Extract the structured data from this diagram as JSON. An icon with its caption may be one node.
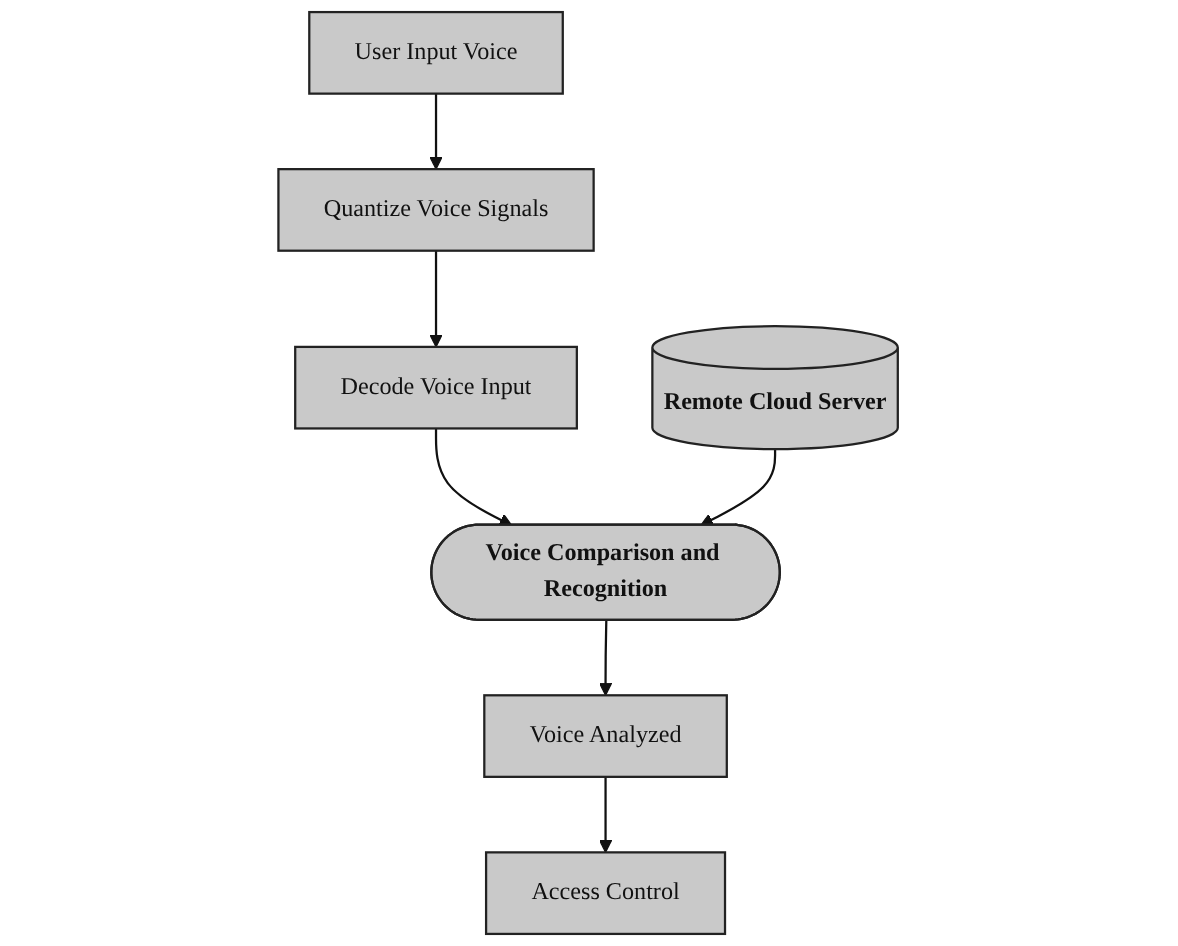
{
  "diagram": {
    "nodes": [
      {
        "text": [
          "User Input Voice"
        ]
      },
      {
        "text": [
          "Quantize Voice Signals"
        ]
      },
      {
        "text": [
          "Decode Voice Input"
        ]
      },
      {
        "text": [
          "Voice Comparison and Recognition"
        ]
      },
      {
        "text": [
          "Remote Cloud Server"
        ]
      },
      {
        "text": [
          "Voice Analyzed"
        ]
      },
      {
        "text": [
          "Access Control"
        ]
      }
    ],
    "edges": [
      {
        "from": 0,
        "to": 1,
        "arrow": "to"
      },
      {
        "from": 1,
        "to": 2,
        "arrow": "to"
      },
      {
        "from": 2,
        "to": 3,
        "arrow": "to"
      },
      {
        "from": 4,
        "to": 3,
        "arrow": "to"
      },
      {
        "from": 3,
        "to": 5,
        "arrow": "to"
      },
      {
        "from": 5,
        "to": 6,
        "arrow": "to"
      }
    ]
  }
}
